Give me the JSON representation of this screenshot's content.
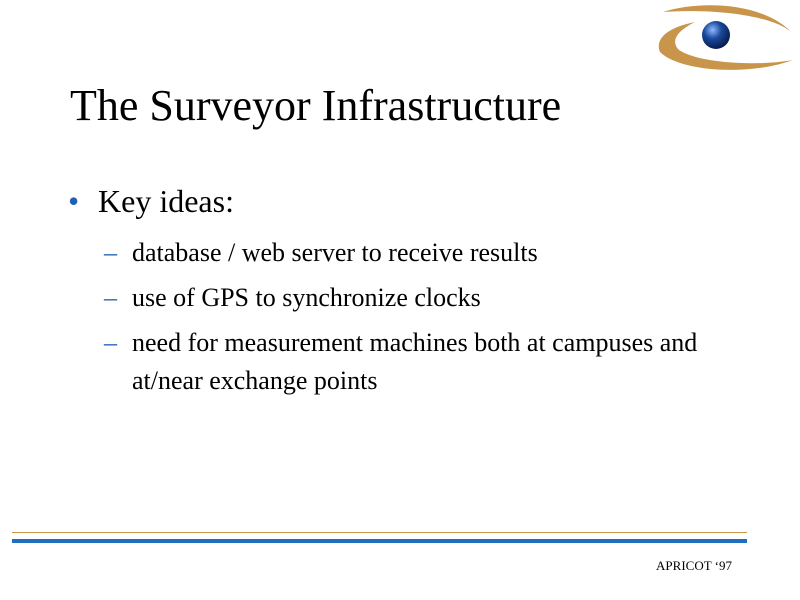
{
  "slide": {
    "title": "The Surveyor Infrastructure",
    "bullets": [
      {
        "text": "Key ideas:",
        "sub": [
          "database / web server to receive results",
          "use of GPS to synchronize clocks",
          "need for measurement machines both at campuses and at/near exchange points"
        ]
      }
    ],
    "footer": "APRICOT ‘97"
  },
  "symbols": {
    "bullet": "•",
    "dash": "–"
  },
  "colors": {
    "bullet": "#1f5fb4",
    "logo_arc": "#c8954a",
    "logo_sphere": "#1a4a9c",
    "rule_thin": "#c8954a",
    "rule_thick": "#1f6fc0"
  },
  "icons": {
    "logo": "eye-logo-icon"
  }
}
